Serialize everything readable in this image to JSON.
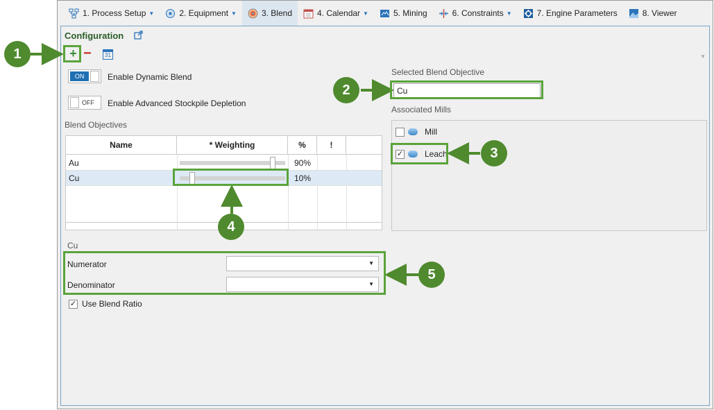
{
  "tabs": [
    {
      "label": "1. Process Setup",
      "icon": "process-setup-icon",
      "dropdown": true
    },
    {
      "label": "2. Equipment",
      "icon": "equipment-icon",
      "dropdown": true
    },
    {
      "label": "3. Blend",
      "icon": "blend-icon",
      "dropdown": false,
      "active": true
    },
    {
      "label": "4. Calendar",
      "icon": "calendar-icon",
      "dropdown": true
    },
    {
      "label": "5. Mining",
      "icon": "mining-icon",
      "dropdown": false
    },
    {
      "label": "6. Constraints",
      "icon": "constraints-icon",
      "dropdown": true
    },
    {
      "label": "7. Engine Parameters",
      "icon": "gear-icon",
      "dropdown": false
    },
    {
      "label": "8. Viewer",
      "icon": "viewer-icon",
      "dropdown": false
    }
  ],
  "configuration": {
    "title": "Configuration",
    "toolbar": {
      "add": "+",
      "remove": "−",
      "calendar": "31"
    }
  },
  "toggles": {
    "dynamic_blend": {
      "state": "ON",
      "label": "Enable Dynamic Blend"
    },
    "stockpile_depletion": {
      "state": "OFF",
      "label": "Enable Advanced Stockpile Depletion"
    }
  },
  "blend_objectives": {
    "label": "Blend Objectives",
    "columns": [
      "Name",
      "* Weighting",
      "%",
      "!"
    ],
    "rows": [
      {
        "name": "Au",
        "weighting": 0.9,
        "percent": "90%",
        "selected": false
      },
      {
        "name": "Cu",
        "weighting": 0.1,
        "percent": "10%",
        "selected": true
      }
    ]
  },
  "selected_objective": {
    "label": "Selected Blend Objective",
    "value": "Cu"
  },
  "associated_mills": {
    "label": "Associated Mills",
    "items": [
      {
        "name": "Mill",
        "checked": false
      },
      {
        "name": "Leach",
        "checked": true
      }
    ]
  },
  "objective_detail": {
    "title": "Cu",
    "numerator_label": "Numerator",
    "denominator_label": "Denominator",
    "use_blend_ratio": {
      "label": "Use Blend Ratio",
      "checked": true
    }
  },
  "annotations": [
    "1",
    "2",
    "3",
    "4",
    "5"
  ],
  "colors": {
    "annotation": "#4f8a2e",
    "highlight": "#5aa33a",
    "accent": "#1f6fb2",
    "selection": "#ddeaf5"
  }
}
